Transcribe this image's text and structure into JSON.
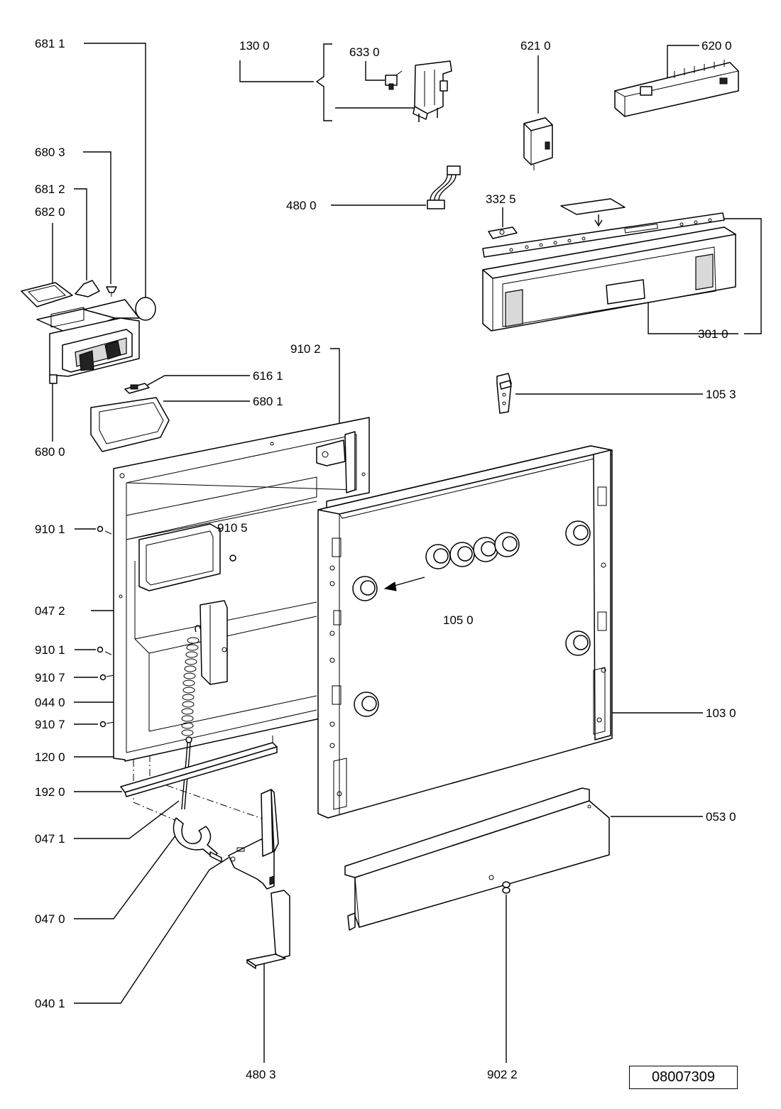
{
  "drawing_code": "08007309",
  "labels": {
    "p681_1": "681 1",
    "p680_3": "680 3",
    "p681_2": "681 2",
    "p682_0": "682 0",
    "p680_0": "680 0",
    "p616_1": "616 1",
    "p680_1": "680 1",
    "p130_0": "130 0",
    "p633_0": "633 0",
    "p621_0": "621 0",
    "p620_0": "620 0",
    "p480_0": "480 0",
    "p332_5": "332 5",
    "p301_0": "301 0",
    "p910_2": "910 2",
    "p105_3": "105 3",
    "p910_1a": "910 1",
    "p910_5": "910 5",
    "p105_0": "105 0",
    "p047_2": "047 2",
    "p910_1b": "910 1",
    "p910_7a": "910 7",
    "p044_0": "044 0",
    "p910_7b": "910 7",
    "p103_0": "103 0",
    "p120_0": "120 0",
    "p192_0": "192 0",
    "p047_1": "047 1",
    "p053_0": "053 0",
    "p047_0": "047 0",
    "p040_1": "040 1",
    "p480_3": "480 3",
    "p902_2": "902 2"
  }
}
